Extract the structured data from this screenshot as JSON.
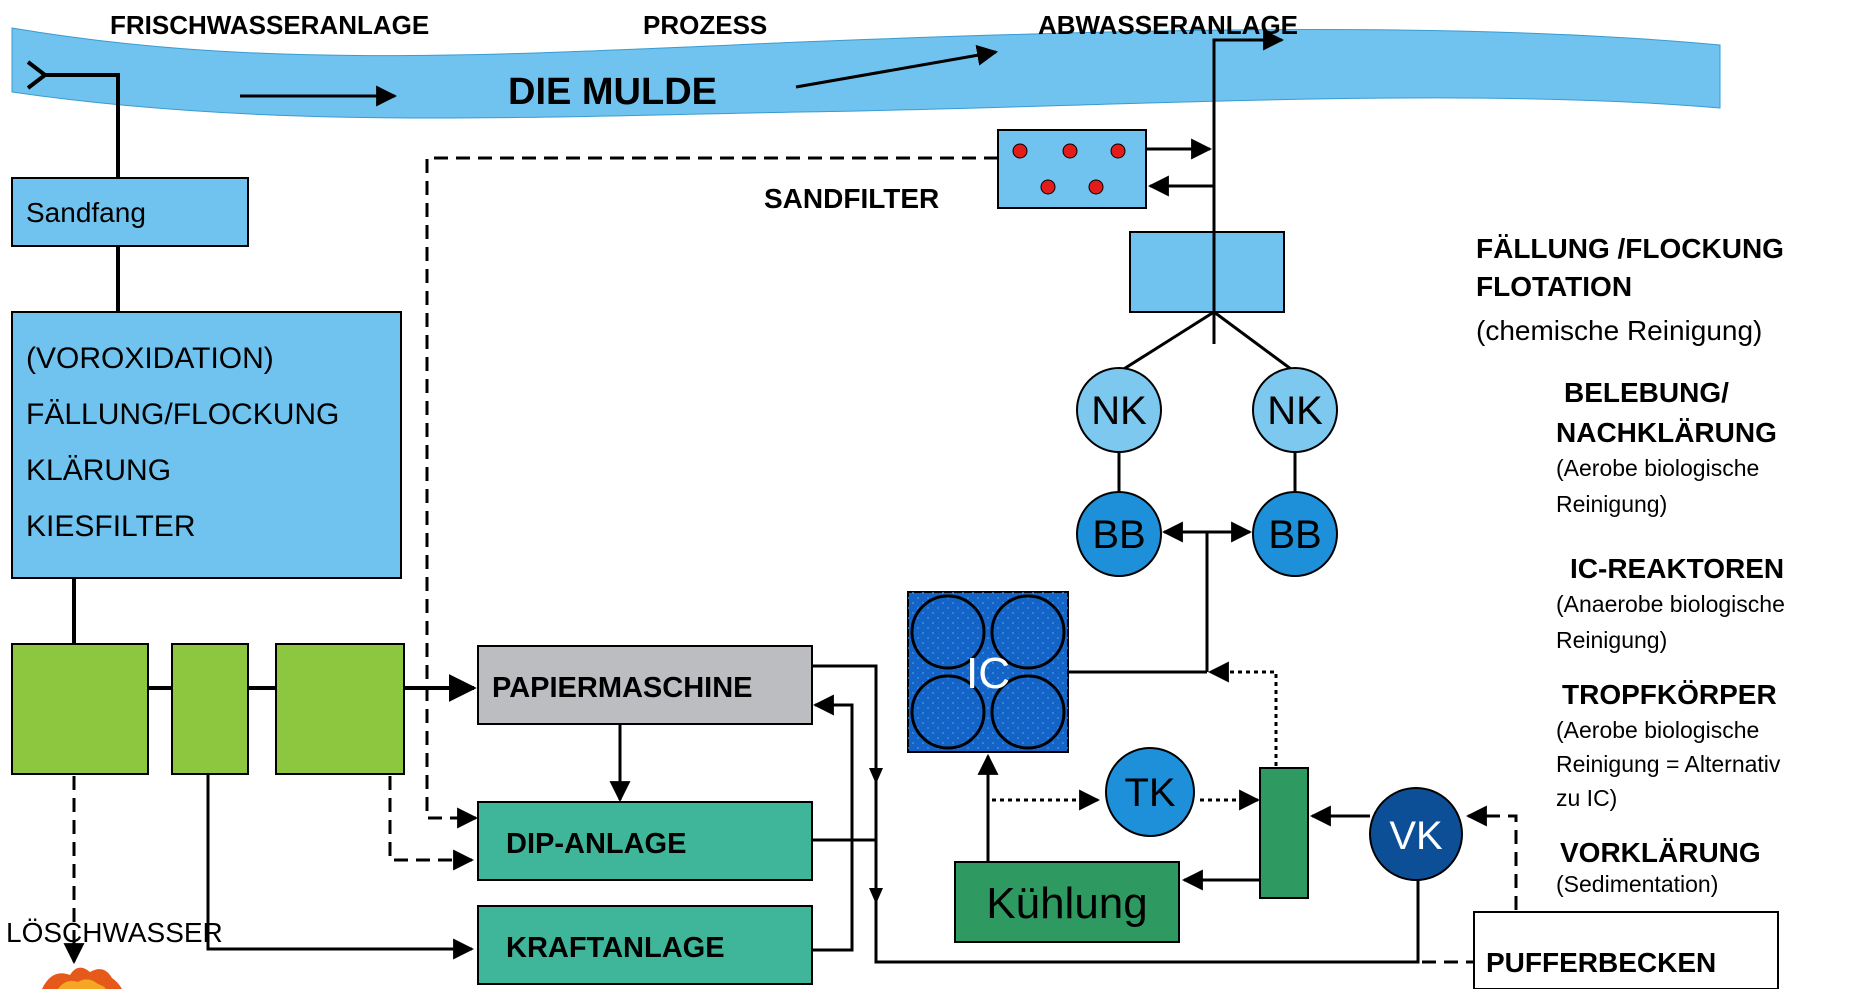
{
  "header": {
    "frischwasser": "FRISCHWASSERANLAGE",
    "prozess": "PROZESS",
    "abwasser": "ABWASSERANLAGE"
  },
  "river": {
    "label": "DIE MULDE"
  },
  "freshwater": {
    "sandfang": "Sandfang",
    "treatment_lines": [
      "(VOROXIDATION)",
      "FÄLLUNG/FLOCKUNG",
      "KLÄRUNG",
      "KIESFILTER"
    ],
    "loeschwasser": "LÖSCHWASSER"
  },
  "process": {
    "papiermaschine": "PAPIERMASCHINE",
    "dip": "DIP-ANLAGE",
    "kraft": "KRAFTANLAGE"
  },
  "wastewater": {
    "sandfilter": "SANDFILTER",
    "nk": "NK",
    "bb": "BB",
    "ic": "IC",
    "tk": "TK",
    "vk": "VK",
    "kuehlung": "Kühlung",
    "pufferbecken": "PUFFERBECKEN"
  },
  "legend": {
    "faellung_title_1": "FÄLLUNG /FLOCKUNG",
    "faellung_title_2": "FLOTATION",
    "faellung_desc": "(chemische Reinigung)",
    "belebung_title_1": "BELEBUNG/",
    "belebung_title_2": "NACHKLÄRUNG",
    "belebung_desc_1": "(Aerobe biologische",
    "belebung_desc_2": "Reinigung)",
    "ic_title": "IC-REAKTOREN",
    "ic_desc_1": "(Anaerobe biologische",
    "ic_desc_2": "Reinigung)",
    "tropf_title": "TROPFKÖRPER",
    "tropf_desc_1": "(Aerobe biologische",
    "tropf_desc_2": "Reinigung = Alternativ",
    "tropf_desc_3": "zu IC)",
    "vork_title": "VORKLÄRUNG",
    "vork_desc": "(Sedimentation)"
  },
  "colors": {
    "river": "#6fc3ee",
    "light_blue_box": "#6fc3ee",
    "green_box": "#8dc63f",
    "teal_box": "#3fb59a",
    "gray_box": "#bcbdc0",
    "dark_green": "#2e9960",
    "nk_circle": "#7dc8ef",
    "bb_circle": "#1e90d9",
    "ic_block": "#1464c8",
    "tk_circle": "#1e90d9",
    "vk_circle": "#0d4f96",
    "sand_dot": "#e21b1b"
  }
}
